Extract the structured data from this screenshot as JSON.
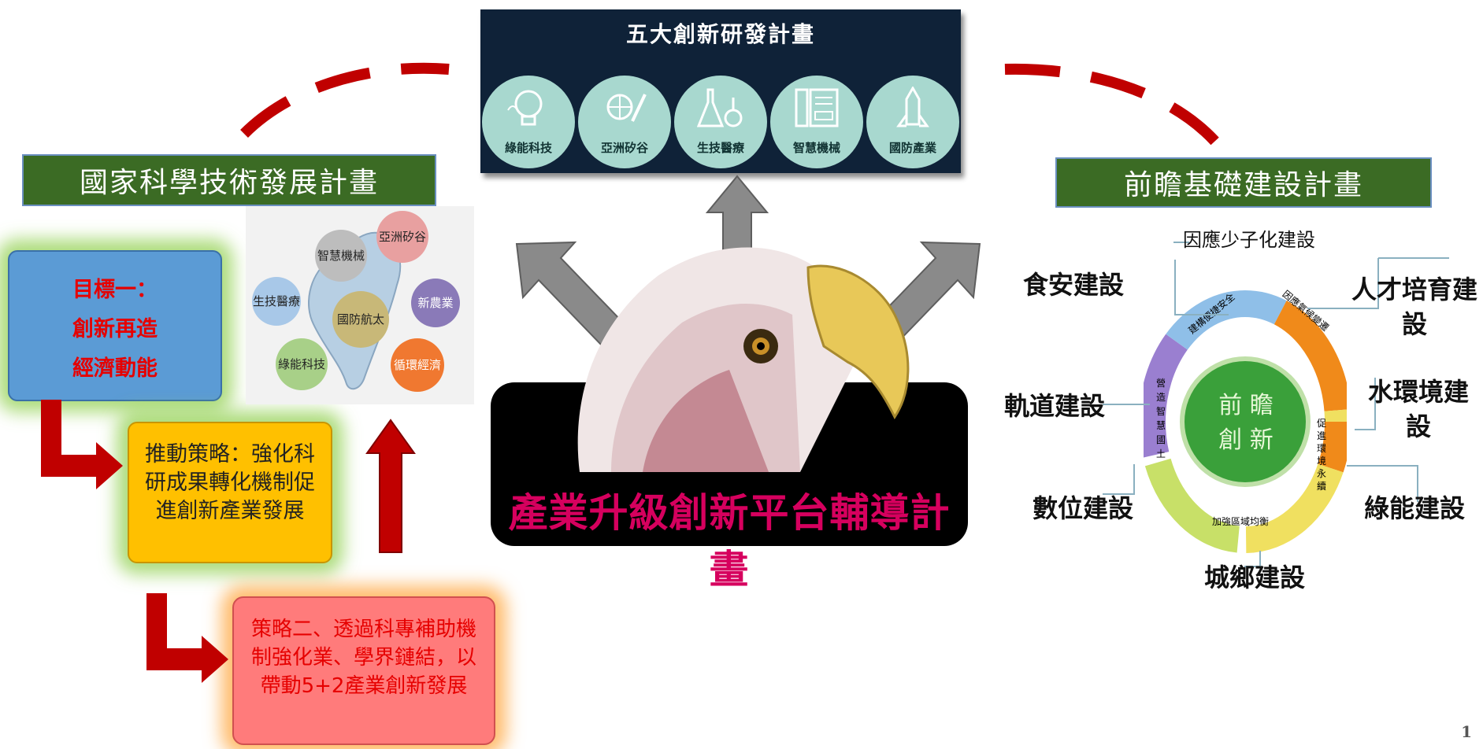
{
  "top_panel": {
    "title": "五大創新研發計畫",
    "items": [
      "綠能科技",
      "亞洲矽谷",
      "生技醫療",
      "智慧機械",
      "國防產業"
    ]
  },
  "left_plan": {
    "title": "國家科學技術發展計畫",
    "goal_line1": "目標一：",
    "goal_line2": "創新再造",
    "goal_line3": "經濟動能",
    "strategy1": "推動策略：強化科研成果轉化機制促進創新產業發展",
    "strategy2": "策略二、透過科專補助機制強化業、學界鏈結，以帶動5+2產業創新發展"
  },
  "map_bubbles": {
    "b1": "智慧機械",
    "b2": "亞洲矽谷",
    "b3": "生技醫療",
    "b4": "國防航太",
    "b5": "新農業",
    "b6": "綠能科技",
    "b7": "循環經濟"
  },
  "center": {
    "title": "產業升級創新平台輔導計畫"
  },
  "right_plan": {
    "title": "前瞻基礎建設計畫",
    "hub_line1": "前 瞻",
    "hub_line2": "創 新",
    "labels": {
      "top": "因應少子化建設",
      "food": "食安建設",
      "talent": "人才培育建設",
      "rail": "軌道建設",
      "water": "水環境建設",
      "digital": "數位建設",
      "green": "綠能建設",
      "urban": "城鄉建設"
    },
    "ring": {
      "blue": "建構便捷安全",
      "orange": "因應氣候變遷",
      "yellow": "促進環境永續",
      "green": "加強區域均衡",
      "purple": "營造智慧國土"
    }
  },
  "page_number": "1",
  "colors": {
    "dark_red": "#c00000",
    "plan_green": "#3b6b24",
    "panel_navy": "#0f2238",
    "circle_teal": "#a8d8cf",
    "center_title": "#d6005e"
  }
}
